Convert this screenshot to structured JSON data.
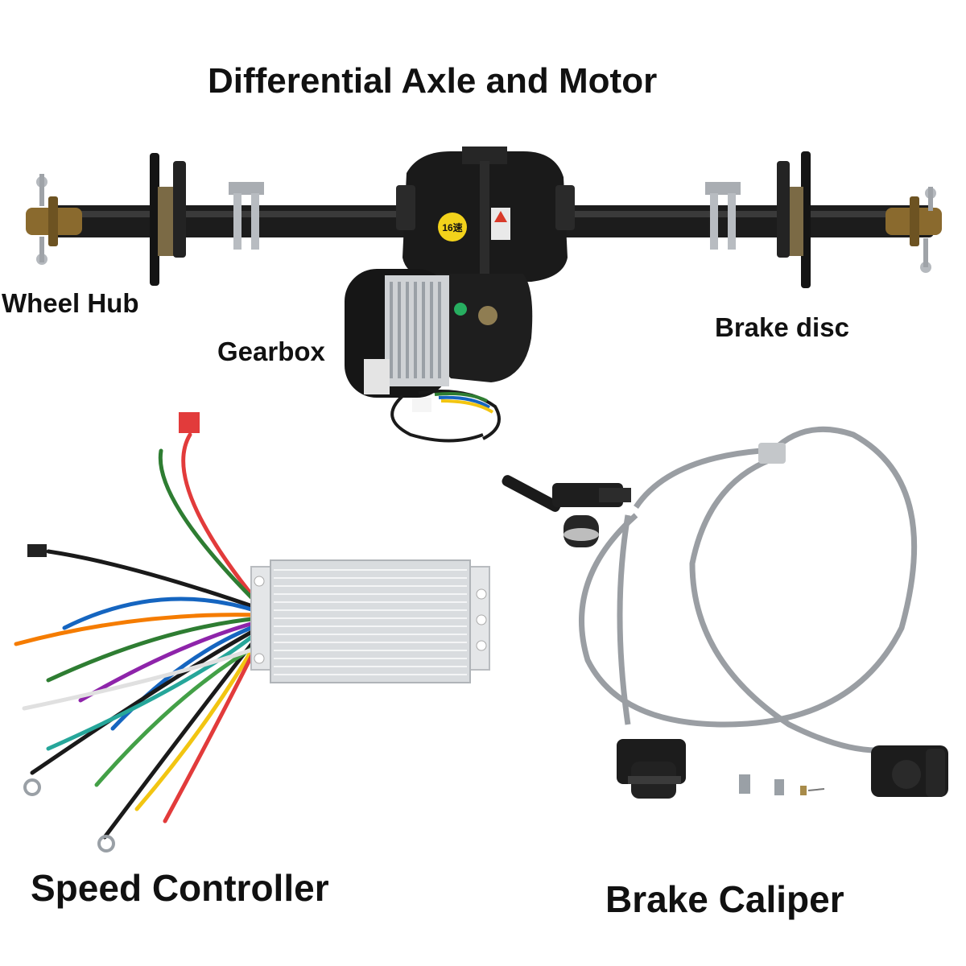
{
  "labels": {
    "title": "Differential Axle and Motor",
    "wheel_hub": "Wheel Hub",
    "gearbox": "Gearbox",
    "brake_disc": "Brake disc",
    "speed_controller": "Speed Controller",
    "brake_caliper": "Brake Caliper"
  },
  "sticker_text": "16速",
  "colors": {
    "background": "#ffffff",
    "metal_black": "#1a1a1a",
    "hub_bronze": "#8a6a2e",
    "controller_silver": "#d9dcdf",
    "brake_hose": "#9a9ea3",
    "sticker_yellow": "#f2d21b",
    "plug_red": "#e23b3b"
  }
}
